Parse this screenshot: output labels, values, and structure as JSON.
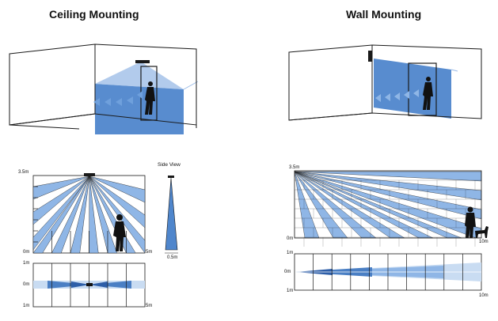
{
  "ceiling": {
    "title": "Ceiling Mounting",
    "side_view_label": "Side View",
    "height_label": "3.5m",
    "floor_label": "0m",
    "range_label": "5m",
    "width_label": "0.5m",
    "top_view_labels": {
      "top": "1m",
      "mid": "0m",
      "bottom": "1m",
      "range": "5m"
    }
  },
  "wall": {
    "title": "Wall Mounting",
    "height_label": "3.5m",
    "floor_label": "0m",
    "range_label": "10m",
    "top_view_labels": {
      "top": "1m",
      "mid": "0m",
      "bottom": "1m",
      "range": "10m"
    }
  },
  "colors": {
    "beam": "#4a7fc4",
    "beam_light": "#8fb6e6",
    "beam_pale": "#c9dcf2",
    "line": "#1a1a1a"
  }
}
